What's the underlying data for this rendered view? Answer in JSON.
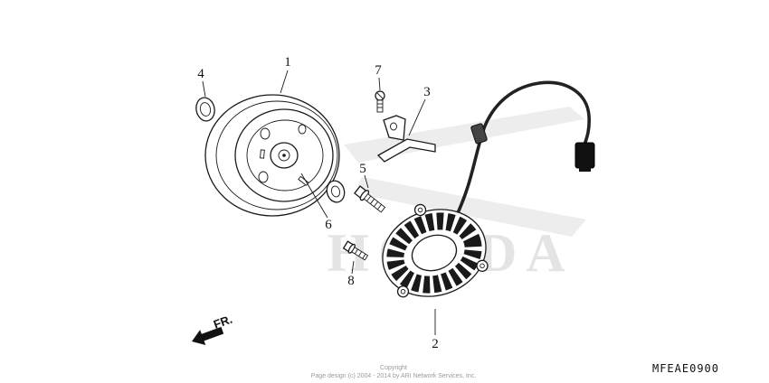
{
  "diagram": {
    "watermark": "HONDA",
    "code": "MFEAE0900",
    "fr_label": "FR.",
    "callouts": [
      {
        "id": "1"
      },
      {
        "id": "2"
      },
      {
        "id": "3"
      },
      {
        "id": "4"
      },
      {
        "id": "5"
      },
      {
        "id": "6"
      },
      {
        "id": "7"
      },
      {
        "id": "8"
      }
    ],
    "footer": {
      "line1": "Copyright",
      "line2": "Page design (c) 2004 - 2014 by ARI Network Services, Inc."
    },
    "colors": {
      "line": "#1a1a1a",
      "watermark": "#e4e4e4",
      "swoosh": "#ededed"
    }
  }
}
